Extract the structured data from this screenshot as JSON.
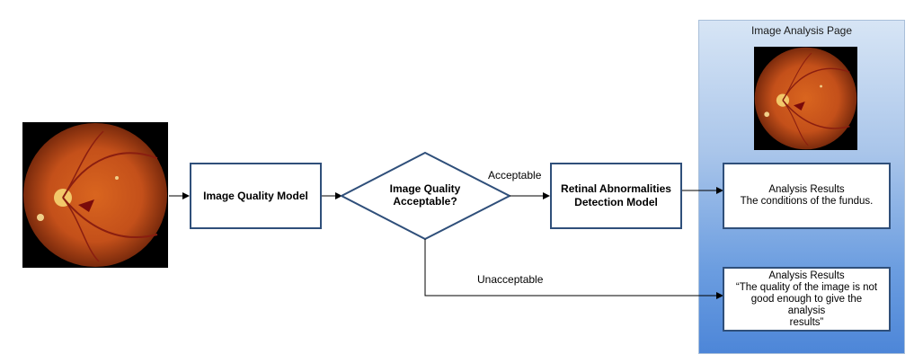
{
  "panel": {
    "title": "Image Analysis Page"
  },
  "nodes": {
    "quality_model": "Image Quality Model",
    "decision": {
      "line1": "Image Quality",
      "line2": "Acceptable?"
    },
    "detection_model": {
      "line1": "Retinal Abnormalities",
      "line2": "Detection Model"
    },
    "result_ok": {
      "line1": "Analysis Results",
      "line2": "The conditions of the fundus."
    },
    "result_bad": {
      "line1": "Analysis Results",
      "line2": "“The quality of the image is not",
      "line3": "good enough to give the analysis",
      "line4": "results”"
    }
  },
  "edges": {
    "acceptable": "Acceptable",
    "unacceptable": "Unacceptable"
  },
  "colors": {
    "box_border": "#2f4f7a",
    "panel_top": "#d7e5f5",
    "panel_bottom": "#4d86d8",
    "fundus": "#c4501a"
  }
}
